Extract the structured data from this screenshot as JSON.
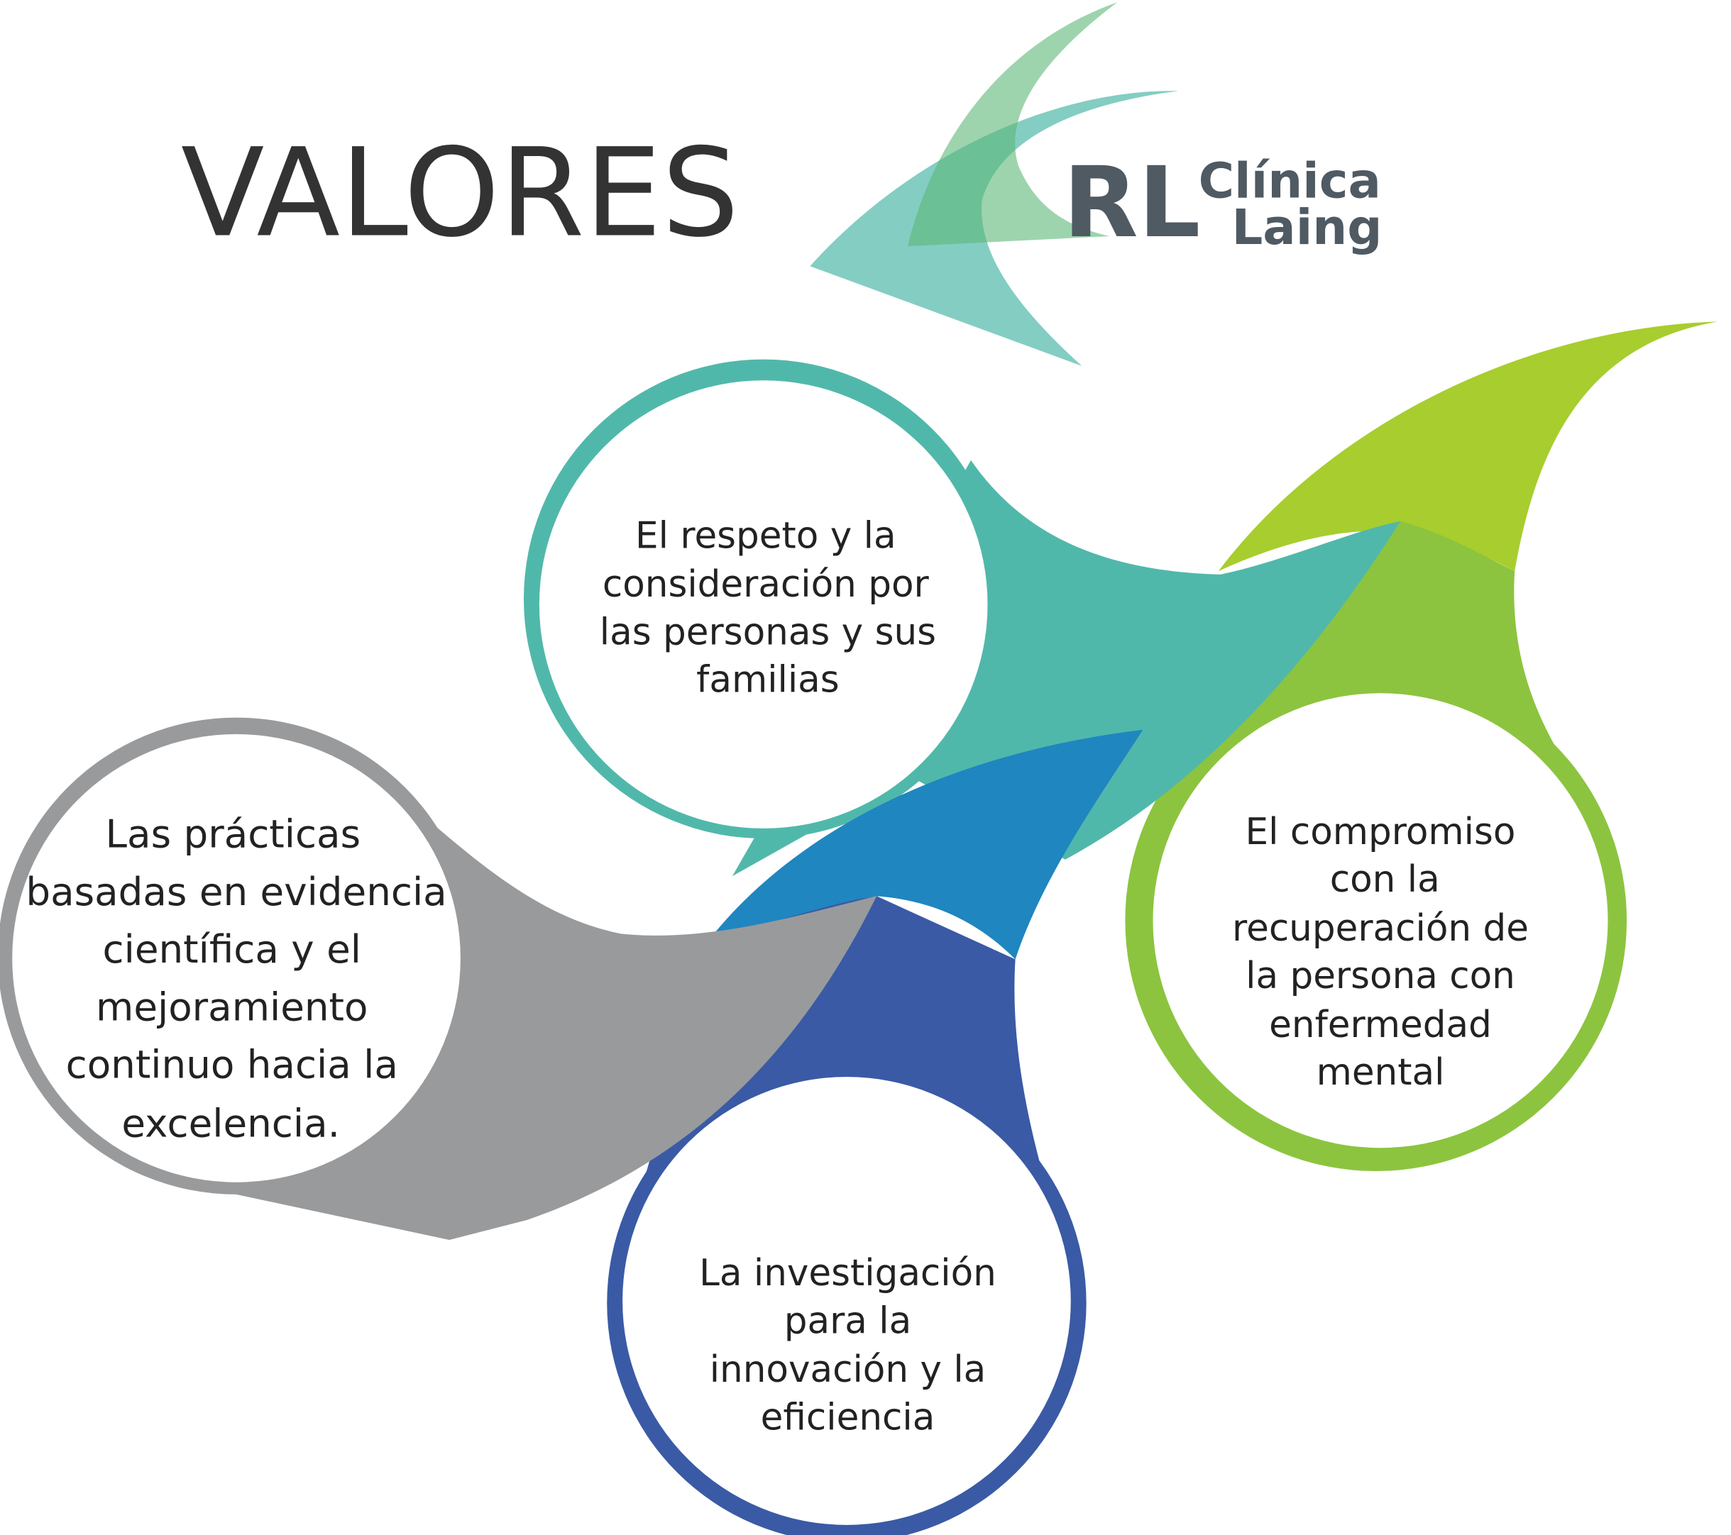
{
  "title": "VALORES",
  "logo": {
    "mark": "RL",
    "line1": "Clínica",
    "line2": "Laing"
  },
  "colors": {
    "teal": "#50b8aa",
    "green": "#8cc43f",
    "lime": "#a8cd2e",
    "blue_dark": "#3a5aa5",
    "blue_mid": "#1f86c0",
    "gray": "#999a9c"
  },
  "values": [
    {
      "id": "respeto",
      "color": "teal",
      "lines": [
        "El respeto y la",
        "consideración por",
        "las personas y sus",
        "familias"
      ]
    },
    {
      "id": "practicas",
      "color": "gray",
      "lines": [
        "Las prácticas",
        "basadas en evidencia",
        "científica y el",
        "mejoramiento",
        "continuo hacia la",
        "excelencia."
      ]
    },
    {
      "id": "compromiso",
      "color": "green",
      "lines": [
        "El compromiso",
        "con la",
        "recuperación de",
        "la persona con",
        "enfermedad",
        "mental"
      ]
    },
    {
      "id": "investigacion",
      "color": "blue",
      "lines": [
        "La investigación",
        "para la",
        "innovación y la",
        "eficiencia"
      ]
    }
  ]
}
